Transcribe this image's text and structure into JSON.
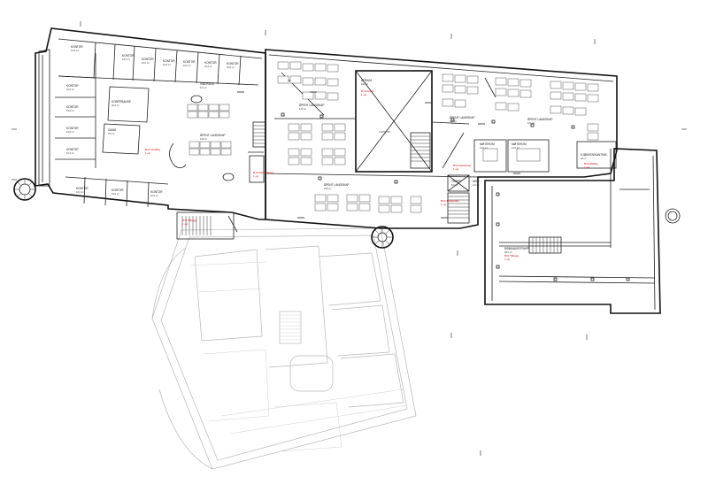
{
  "rooms": {
    "k1": {
      "label": "KONTOR",
      "area": "10,0 m²"
    },
    "k2": {
      "label": "KONTOR",
      "area": "10,0 m²"
    },
    "k3": {
      "label": "KONTOR",
      "area": "10,0 m²"
    },
    "k4": {
      "label": "KONTOR",
      "area": "10,0 m²"
    },
    "k5": {
      "label": "KONTOR",
      "area": "10,0 m²"
    },
    "k6": {
      "label": "KONTOR",
      "area": "10,0 m²"
    },
    "k7": {
      "label": "KONTOR",
      "area": "10,0 m²"
    },
    "k8": {
      "label": "KONTOR",
      "area": "10,0 m²"
    },
    "k9": {
      "label": "KONTOR",
      "area": "10,0 m²"
    },
    "k10": {
      "label": "KONTOR",
      "area": "10,0 m²"
    },
    "k11": {
      "label": "KONTOR",
      "area": "10,0 m²"
    },
    "k12": {
      "label": "KONTOR",
      "area": "10,0 m²"
    },
    "k13": {
      "label": "KONTOR",
      "area": "10,0 m²"
    },
    "k14": {
      "label": "KONTOR",
      "area": "10,0 m²"
    },
    "konferans": {
      "label": "KONFERANSE",
      "area": "22,0 m²"
    },
    "gang": {
      "label": "GANG",
      "area": "9,5 m²"
    },
    "landskap1": {
      "label": "ÅPENT LANDSKAP",
      "area": "140 m²"
    },
    "landskap2": {
      "label": "ÅPENT LANDSKAP",
      "area": "130 m²"
    },
    "landskap3": {
      "label": "ÅPENT LANDSKAP",
      "area": "150 m²"
    },
    "landskap4": {
      "label": "ÅPENT LANDSKAP",
      "area": "160 m²"
    },
    "landskap5": {
      "label": "ÅPENT LANDSKAP",
      "area": "120 m²"
    },
    "mote1": {
      "label": "MØTEROM",
      "area": "12,0 m²"
    },
    "mote2": {
      "label": "MØTEROM",
      "area": "14,0 m²"
    },
    "kjokken": {
      "label": "KJØKKEN/KANTINE",
      "area": "40 m²"
    },
    "trapp": {
      "label": "TRAPP",
      "area": "8,0 m²"
    },
    "heis": {
      "label": "HEIS",
      "area": "4,0 m²"
    },
    "vindfang": {
      "label": "VINDFANG",
      "area": "6,0 m²"
    },
    "rom_b": {
      "label": "RØMNINGSTRAPP",
      "area": "18,0 m²"
    }
  },
  "annotations": {
    "red1": {
      "label": "BYA Vestfløy",
      "sub": "1. etg"
    },
    "red2": {
      "label": "BYA Mellombygg",
      "sub": "1. etg"
    },
    "red3": {
      "label": "BYA Tilbygg",
      "sub": "1. etg"
    },
    "red4": {
      "label": "BYA Atrium",
      "sub": "1. etg"
    },
    "red5": {
      "label": "BYA Heis/trapp",
      "sub": "1. etg"
    },
    "red6": {
      "label": "BYA Østfløy",
      "sub": "1. etg"
    },
    "red7": {
      "label": "BYA Trappetårn",
      "sub": "1. etg"
    },
    "red8": {
      "label": "BYA Tilbygg",
      "sub": "1. etg"
    },
    "atrium": {
      "label": "ATRIUM",
      "sub": "160 m²"
    },
    "void": {
      "label": "LUFTROM"
    }
  },
  "colors": {
    "wall": "#111111",
    "ghost": "#b8b8b8",
    "annotation": "#e00000"
  }
}
